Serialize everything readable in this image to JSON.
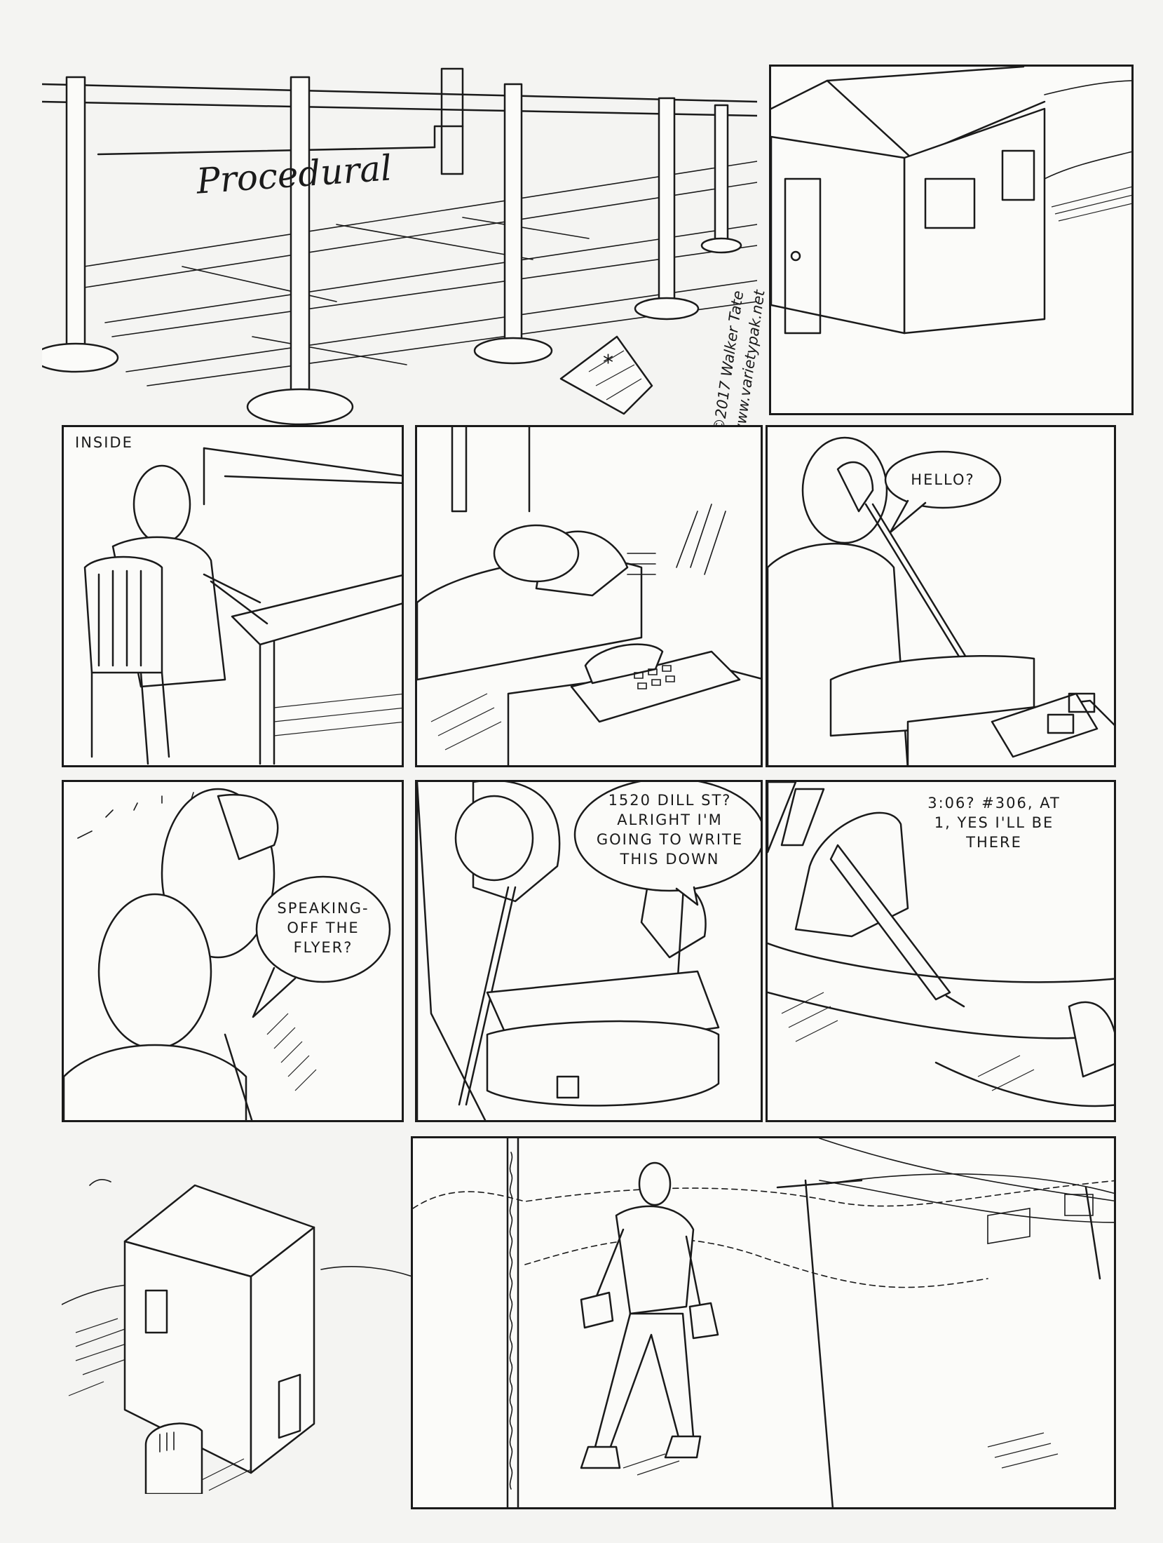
{
  "title": "Procedural",
  "credit": {
    "copyright": "©2017 Walker Tate",
    "website": "www.varietypak.net"
  },
  "footnote_mark": "*",
  "panels": {
    "p3": {
      "caption": "INSIDE"
    },
    "p5": {
      "speech": "HELLO?"
    },
    "p6": {
      "speech": "SPEAKING-\nOFF THE\nFLYER?"
    },
    "p7": {
      "speech": "1520 DILL ST?\nALRIGHT I'M\nGOING TO WRITE\nTHIS DOWN"
    },
    "p8": {
      "speech": "3:06? #306, AT\n1, YES I'LL BE\nTHERE"
    }
  },
  "colors": {
    "ink": "#1a1a1a",
    "paper": "#f4f4f2"
  }
}
